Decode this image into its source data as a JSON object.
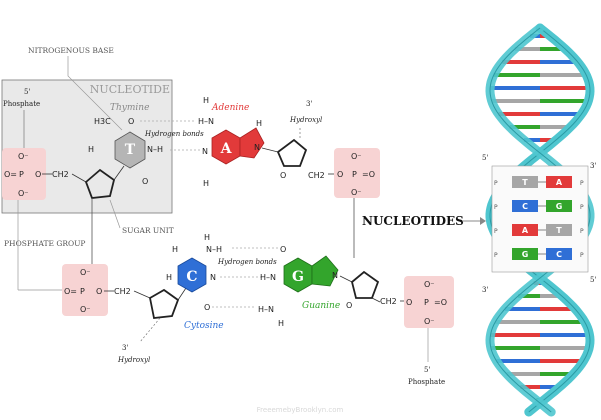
{
  "labels": {
    "nitrogenous_base": "NITROGENOUS BASE",
    "nucleotide": "NUCLEOTIDE",
    "phosphate_group": "PHOSPHATE GROUP",
    "sugar_unit": "SUGAR UNIT",
    "hydrogen_bonds_top": "Hydrogen bonds",
    "hydrogen_bonds_bottom": "Hydrogen bonds",
    "nucleotides": "NUCLEOTIDES",
    "watermark": "FreeemebyBrooklyn.com"
  },
  "ends": {
    "phosphate_5_top": "5'",
    "phosphate_top": "Phosphate",
    "hydroxyl_3_top": "3'",
    "hydroxyl_top": "Hydroxyl",
    "hydroxyl_3_bottom": "3'",
    "hydroxyl_bottom": "Hydroxyl",
    "phosphate_5_bottom": "5'",
    "phosphate_bottom": "Phosphate"
  },
  "bases": {
    "thymine": {
      "name": "Thymine",
      "letter": "T",
      "color": "#b5b5b5"
    },
    "adenine": {
      "name": "Adenine",
      "letter": "A",
      "color": "#e23a3a"
    },
    "cytosine": {
      "name": "Cytosine",
      "letter": "C",
      "color": "#2f6fd6"
    },
    "guanine": {
      "name": "Guanine",
      "letter": "G",
      "color": "#33a52c"
    }
  },
  "atoms": {
    "h3c": "H3C",
    "o": "O",
    "h": "H",
    "n": "N",
    "nh": "N–H",
    "hn": "H–N",
    "p": "P",
    "ch2": "CH2",
    "oneg": "O⁻",
    "eq_o": "O=",
    "eq_o_r": "=O"
  },
  "helix": {
    "prime_5_left": "5'",
    "prime_3_right": "3'",
    "prime_3_left": "3'",
    "prime_5_right": "5'",
    "strand_p": "P",
    "pairs": [
      {
        "left": "T",
        "right": "A",
        "left_color": "#a6a6a6",
        "right_color": "#e23a3a"
      },
      {
        "left": "C",
        "right": "G",
        "left_color": "#2f6fd6",
        "right_color": "#33a52c"
      },
      {
        "left": "A",
        "right": "T",
        "left_color": "#e23a3a",
        "right_color": "#a6a6a6"
      },
      {
        "left": "G",
        "right": "C",
        "left_color": "#33a52c",
        "right_color": "#2f6fd6"
      }
    ]
  },
  "colors": {
    "backbone": "#4fc6cf",
    "phosphate_box": "#f7d3d3",
    "nucleotide_box": "#e9e9e9"
  }
}
